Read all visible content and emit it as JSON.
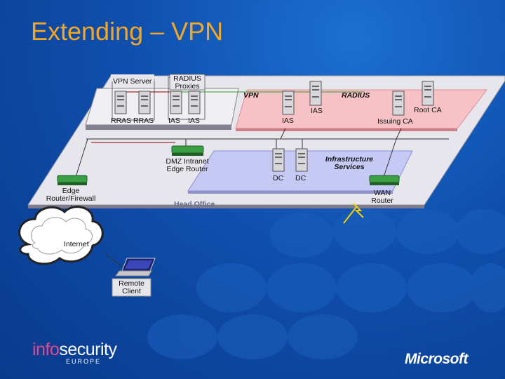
{
  "slide": {
    "title": "Extending – VPN"
  },
  "diagram": {
    "labels": {
      "vpn_server": "VPN Server",
      "radius_proxies": "RADIUS\nProxies",
      "vpn": "VPN",
      "radius": "RADIUS",
      "rras1": "RRAS",
      "rras2": "RRAS",
      "ias1": "IAS",
      "ias2": "IAS",
      "ias3": "IAS",
      "ias4": "IAS",
      "issuing_ca": "Issuing CA",
      "root_ca": "Root CA",
      "dmz_router": "DMZ Intranet\nEdge Router",
      "infra_services": "Infrastructure\nServices",
      "dc1": "DC",
      "dc2": "DC",
      "edge_fw": "Edge\nRouter/Firewall",
      "head_office": "Head Office",
      "wan_router": "WAN\nRouter",
      "internet": "Internet",
      "remote_client": "Remote\nClient"
    },
    "colors": {
      "platform": "#e8e8ee",
      "vpn_zone": "#f7c4c8",
      "infra_zone": "#c4c8f4",
      "vpn_line": "#8b0000",
      "radius_line": "#2e9e2e",
      "router": "#2e9a3a"
    }
  },
  "branding": {
    "infosecurity": {
      "info": "info",
      "security": "security",
      "sub": "EUROPE"
    },
    "microsoft": "Microsoft"
  }
}
